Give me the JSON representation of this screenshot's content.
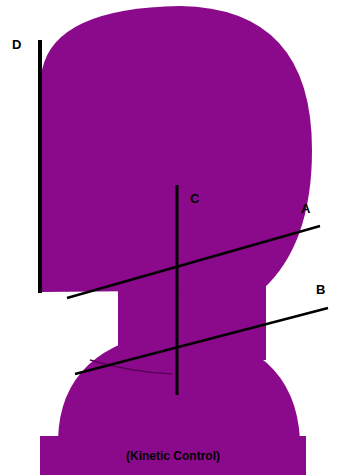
{
  "diagram": {
    "nodes": [
      {
        "text": [
          "(Kinetic Control)"
        ]
      }
    ],
    "labels": [
      "D",
      "C",
      "A",
      "B"
    ]
  }
}
